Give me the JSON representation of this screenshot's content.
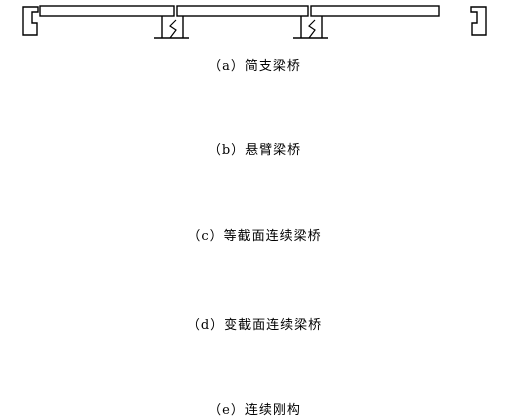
{
  "figure": {
    "captions": {
      "a": "（a）简支梁桥",
      "b": "（b）悬臂梁桥",
      "c": "（c）等截面连续梁桥",
      "d": "（d）变截面连续梁桥",
      "e": "（e）连续刚构"
    }
  }
}
